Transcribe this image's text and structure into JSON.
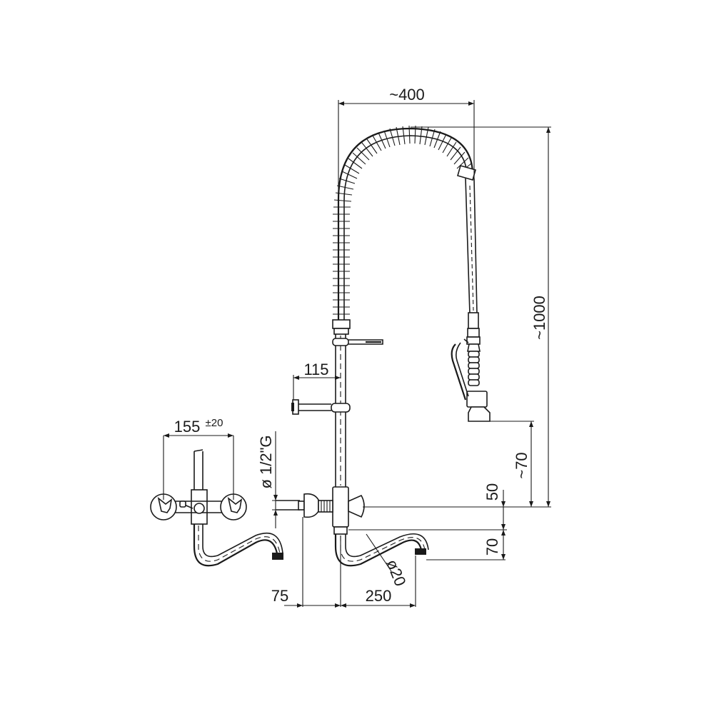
{
  "diagram": {
    "subject": "Pre-rinse faucet technical drawing",
    "line_color": "#1a1a1a",
    "background": "#ffffff",
    "dimensions": {
      "hose_width": "~400",
      "total_height": "~1000",
      "spray_head_clearance": "~70",
      "valve_to_spout": "50",
      "spout_drop": "70",
      "bracket_offset": "115",
      "mixer_center_distance": "155",
      "mixer_tolerance": "±20",
      "inlet_thread": "ø 1/2\"G",
      "spout_diameter": "ø20",
      "wall_offset": "75",
      "spout_reach": "250"
    },
    "components": [
      "spring-hose",
      "spray-head",
      "riser-pipe",
      "wall-bracket",
      "hook-arm",
      "mixer-valve",
      "swivel-spout",
      "side-view-wall-mixer"
    ]
  }
}
